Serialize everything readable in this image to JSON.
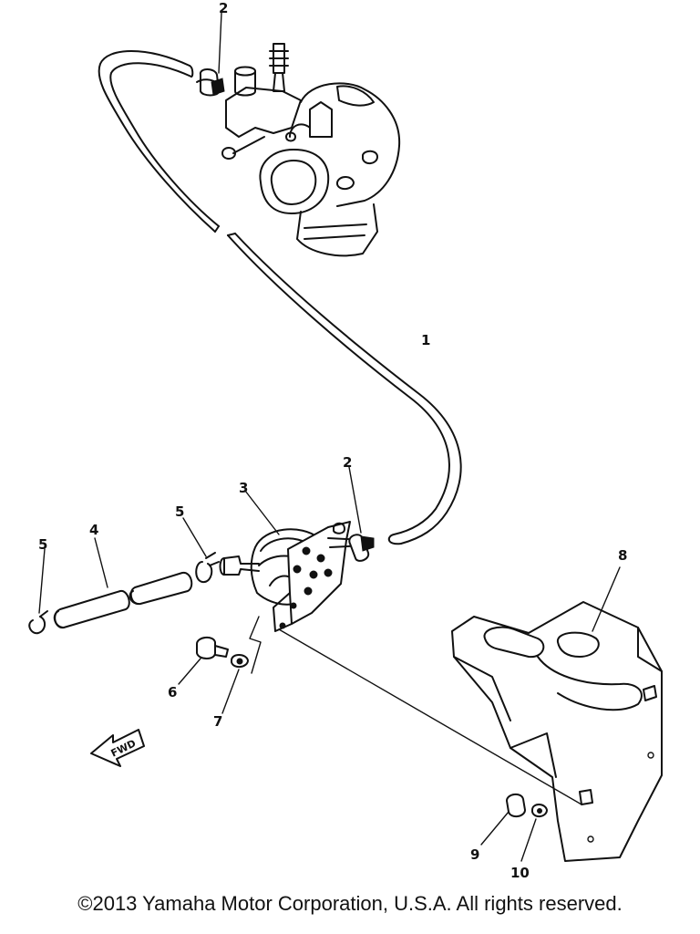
{
  "callouts": {
    "c1": "1",
    "c2_top": "2",
    "c2_mid": "2",
    "c3": "3",
    "c4": "4",
    "c5_left": "5",
    "c5_mid": "5",
    "c6": "6",
    "c7": "7",
    "c8": "8",
    "c9": "9",
    "c10": "10"
  },
  "direction_arrow": {
    "label": "FWD",
    "icon": "fwd-arrow-icon"
  },
  "footer": {
    "copyright": "©2013 Yamaha Motor Corporation, U.S.A. All rights reserved."
  }
}
